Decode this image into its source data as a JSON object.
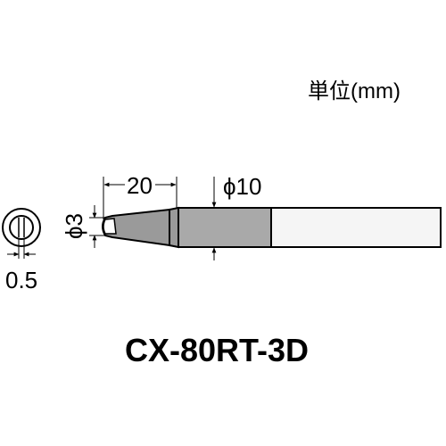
{
  "unit_label": "単位(mm)",
  "dimensions": {
    "tip_length": "20",
    "shank_diameter": "ϕ10",
    "tip_diameter": "ϕ3",
    "tip_thickness": "0.5"
  },
  "model_name": "CX-80RT-3D"
}
